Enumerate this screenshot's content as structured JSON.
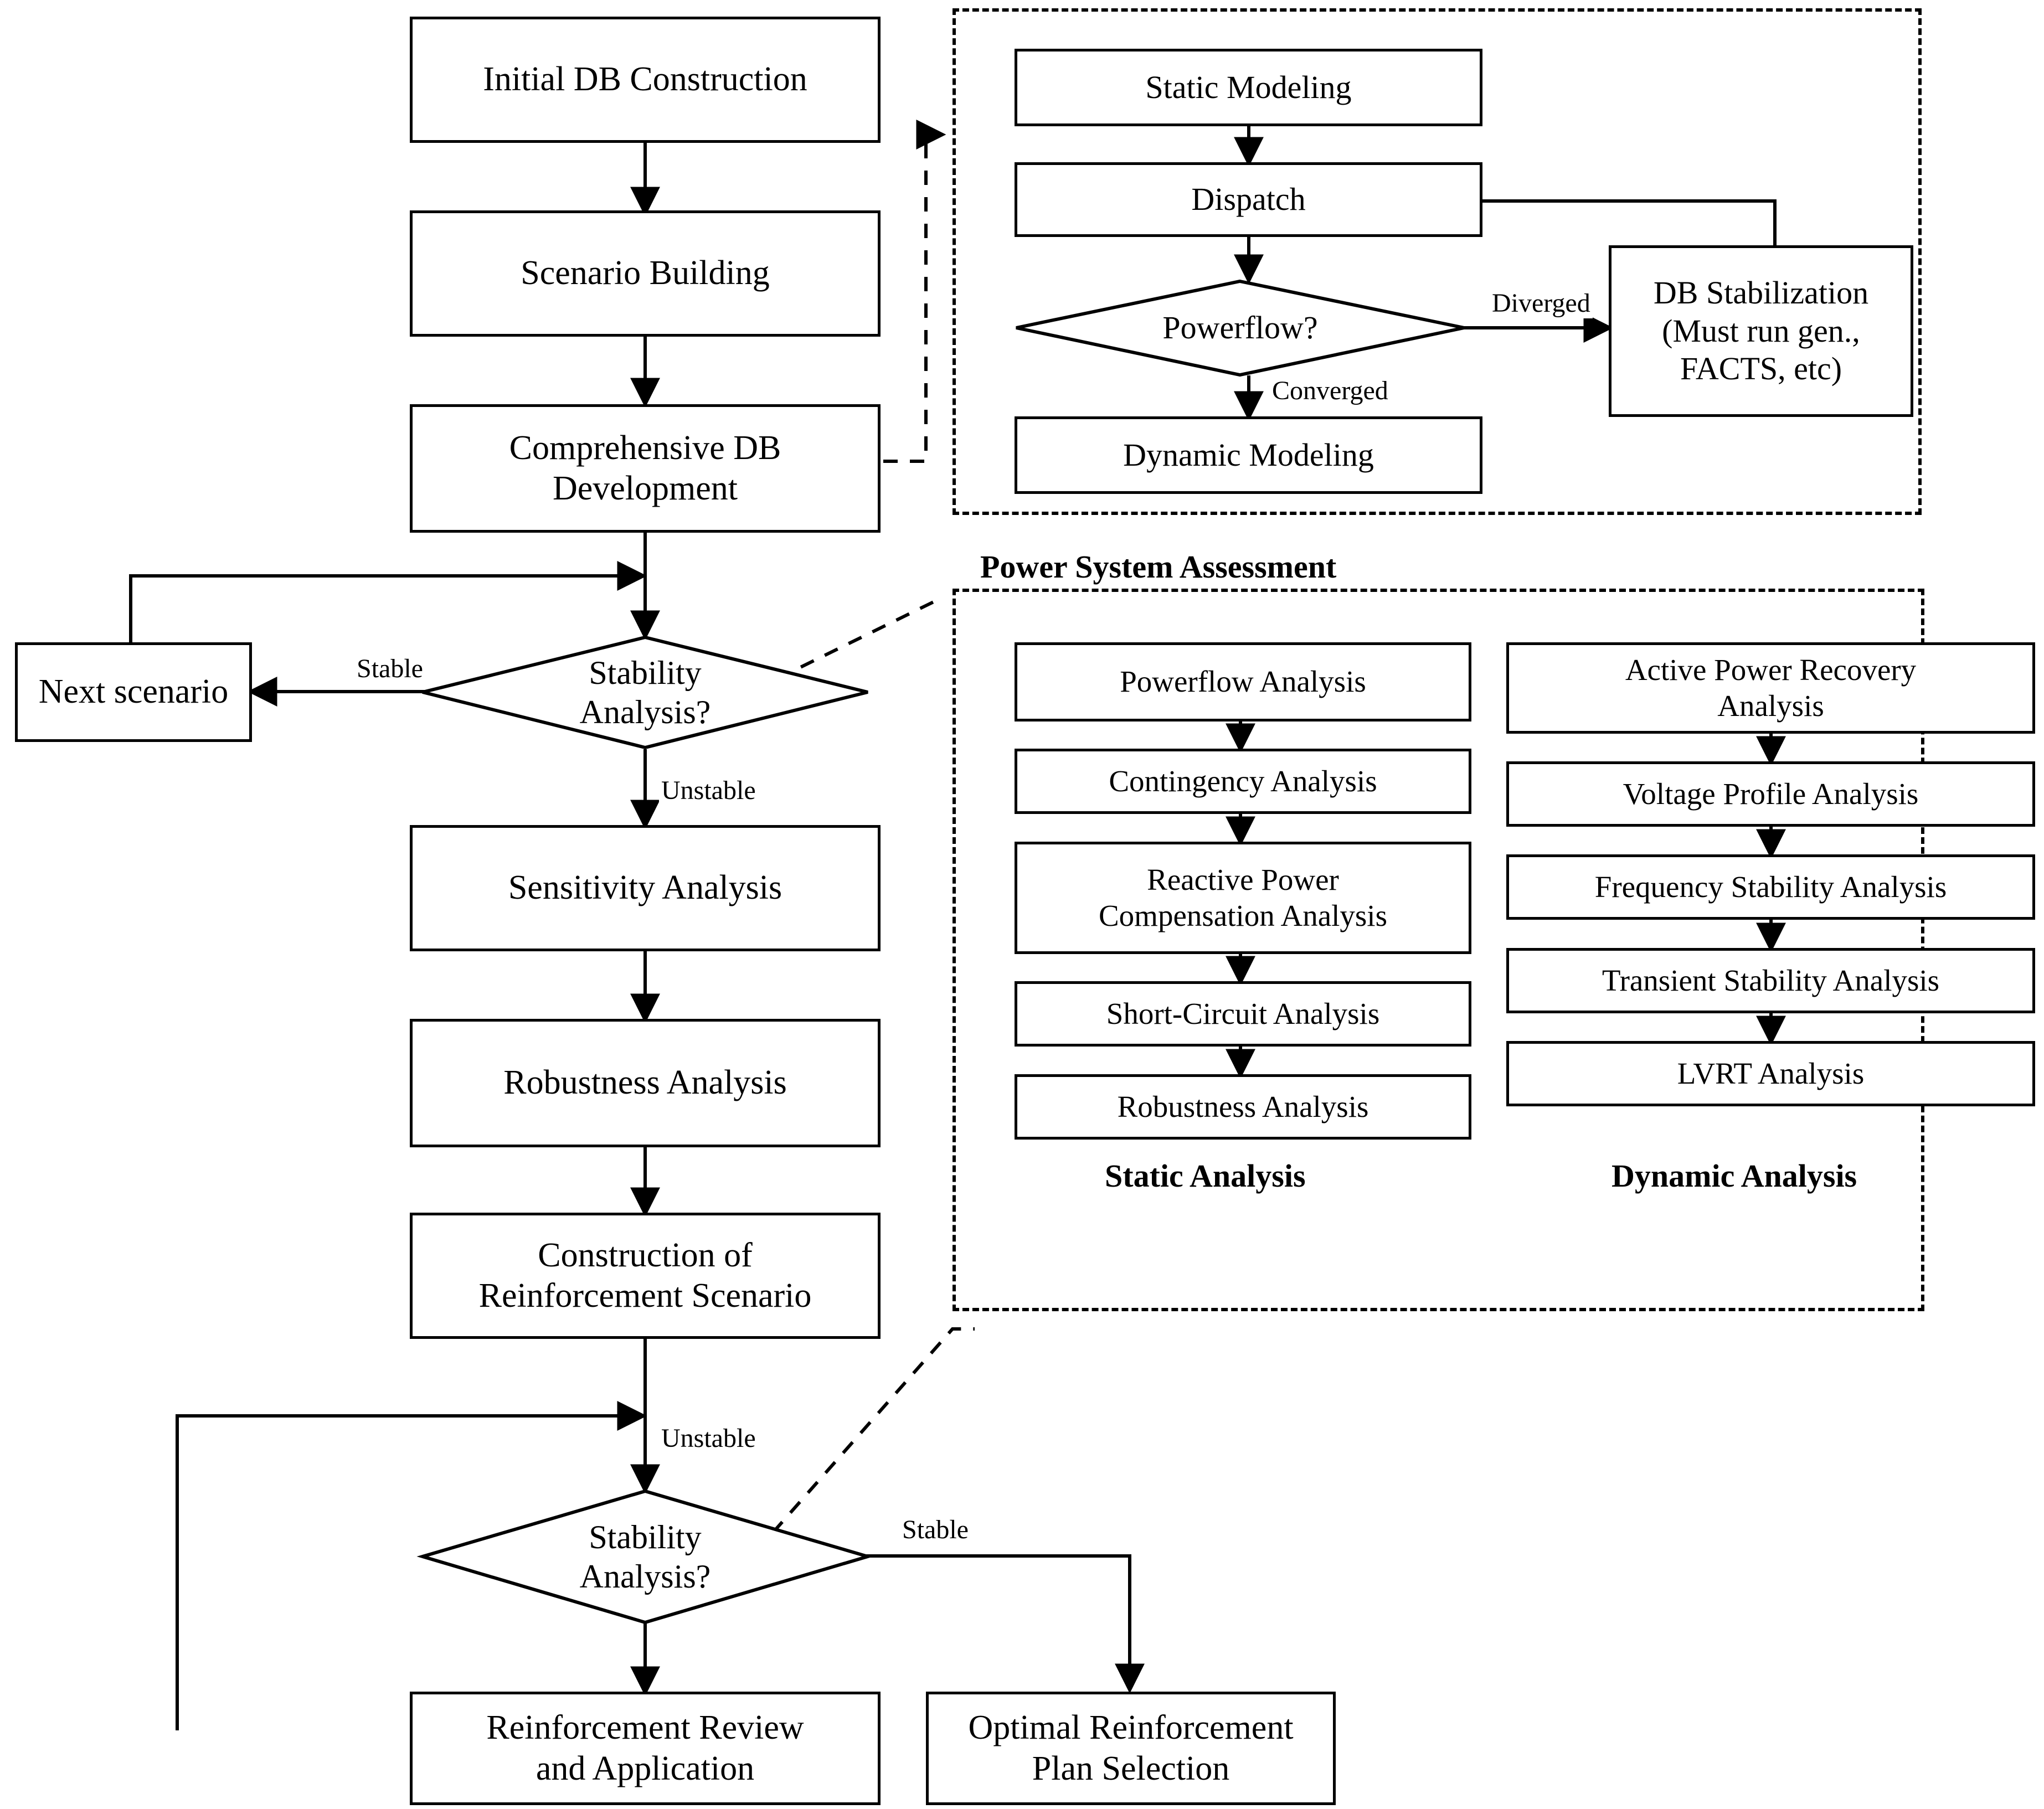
{
  "diagram": {
    "title": "Power System Planning and Reinforcement Flowchart",
    "stroke_color": "#000000",
    "background_color": "#ffffff"
  },
  "main_flow": {
    "initial_db_construction": "Initial DB Construction",
    "scenario_building": "Scenario Building",
    "comprehensive_db_development": "Comprehensive DB\nDevelopment",
    "next_scenario": "Next scenario",
    "stability_analysis_1": "Stability\nAnalysis?",
    "sensitivity_analysis": "Sensitivity Analysis",
    "robustness_analysis": "Robustness Analysis",
    "construction_of_reinforcement_scenario": "Construction of\nReinforcement Scenario",
    "stability_analysis_2": "Stability\nAnalysis?",
    "reinforcement_review_and_application": "Reinforcement Review\nand Application",
    "optimal_reinforcement_plan_selection": "Optimal Reinforcement\nPlan Selection"
  },
  "power_system_assessment": {
    "caption": "Power System Assessment",
    "static_modeling": "Static Modeling",
    "dispatch": "Dispatch",
    "powerflow_decision": "Powerflow?",
    "dynamic_modeling": "Dynamic Modeling",
    "db_stabilization": "DB Stabilization\n(Must run gen.,\nFACTS, etc)"
  },
  "analysis_groups": {
    "static": {
      "caption": "Static Analysis",
      "steps": [
        "Powerflow Analysis",
        "Contingency Analysis",
        "Reactive Power\nCompensation Analysis",
        "Short-Circuit Analysis",
        "Robustness Analysis"
      ]
    },
    "dynamic": {
      "caption": "Dynamic Analysis",
      "steps": [
        "Active Power Recovery\nAnalysis",
        "Voltage Profile Analysis",
        "Frequency Stability Analysis",
        "Transient Stability Analysis",
        "LVRT Analysis"
      ]
    }
  },
  "edge_labels": {
    "diverged": "Diverged",
    "converged": "Converged",
    "stable_1": "Stable",
    "unstable_1": "Unstable",
    "unstable_2": "Unstable",
    "stable_2": "Stable"
  }
}
